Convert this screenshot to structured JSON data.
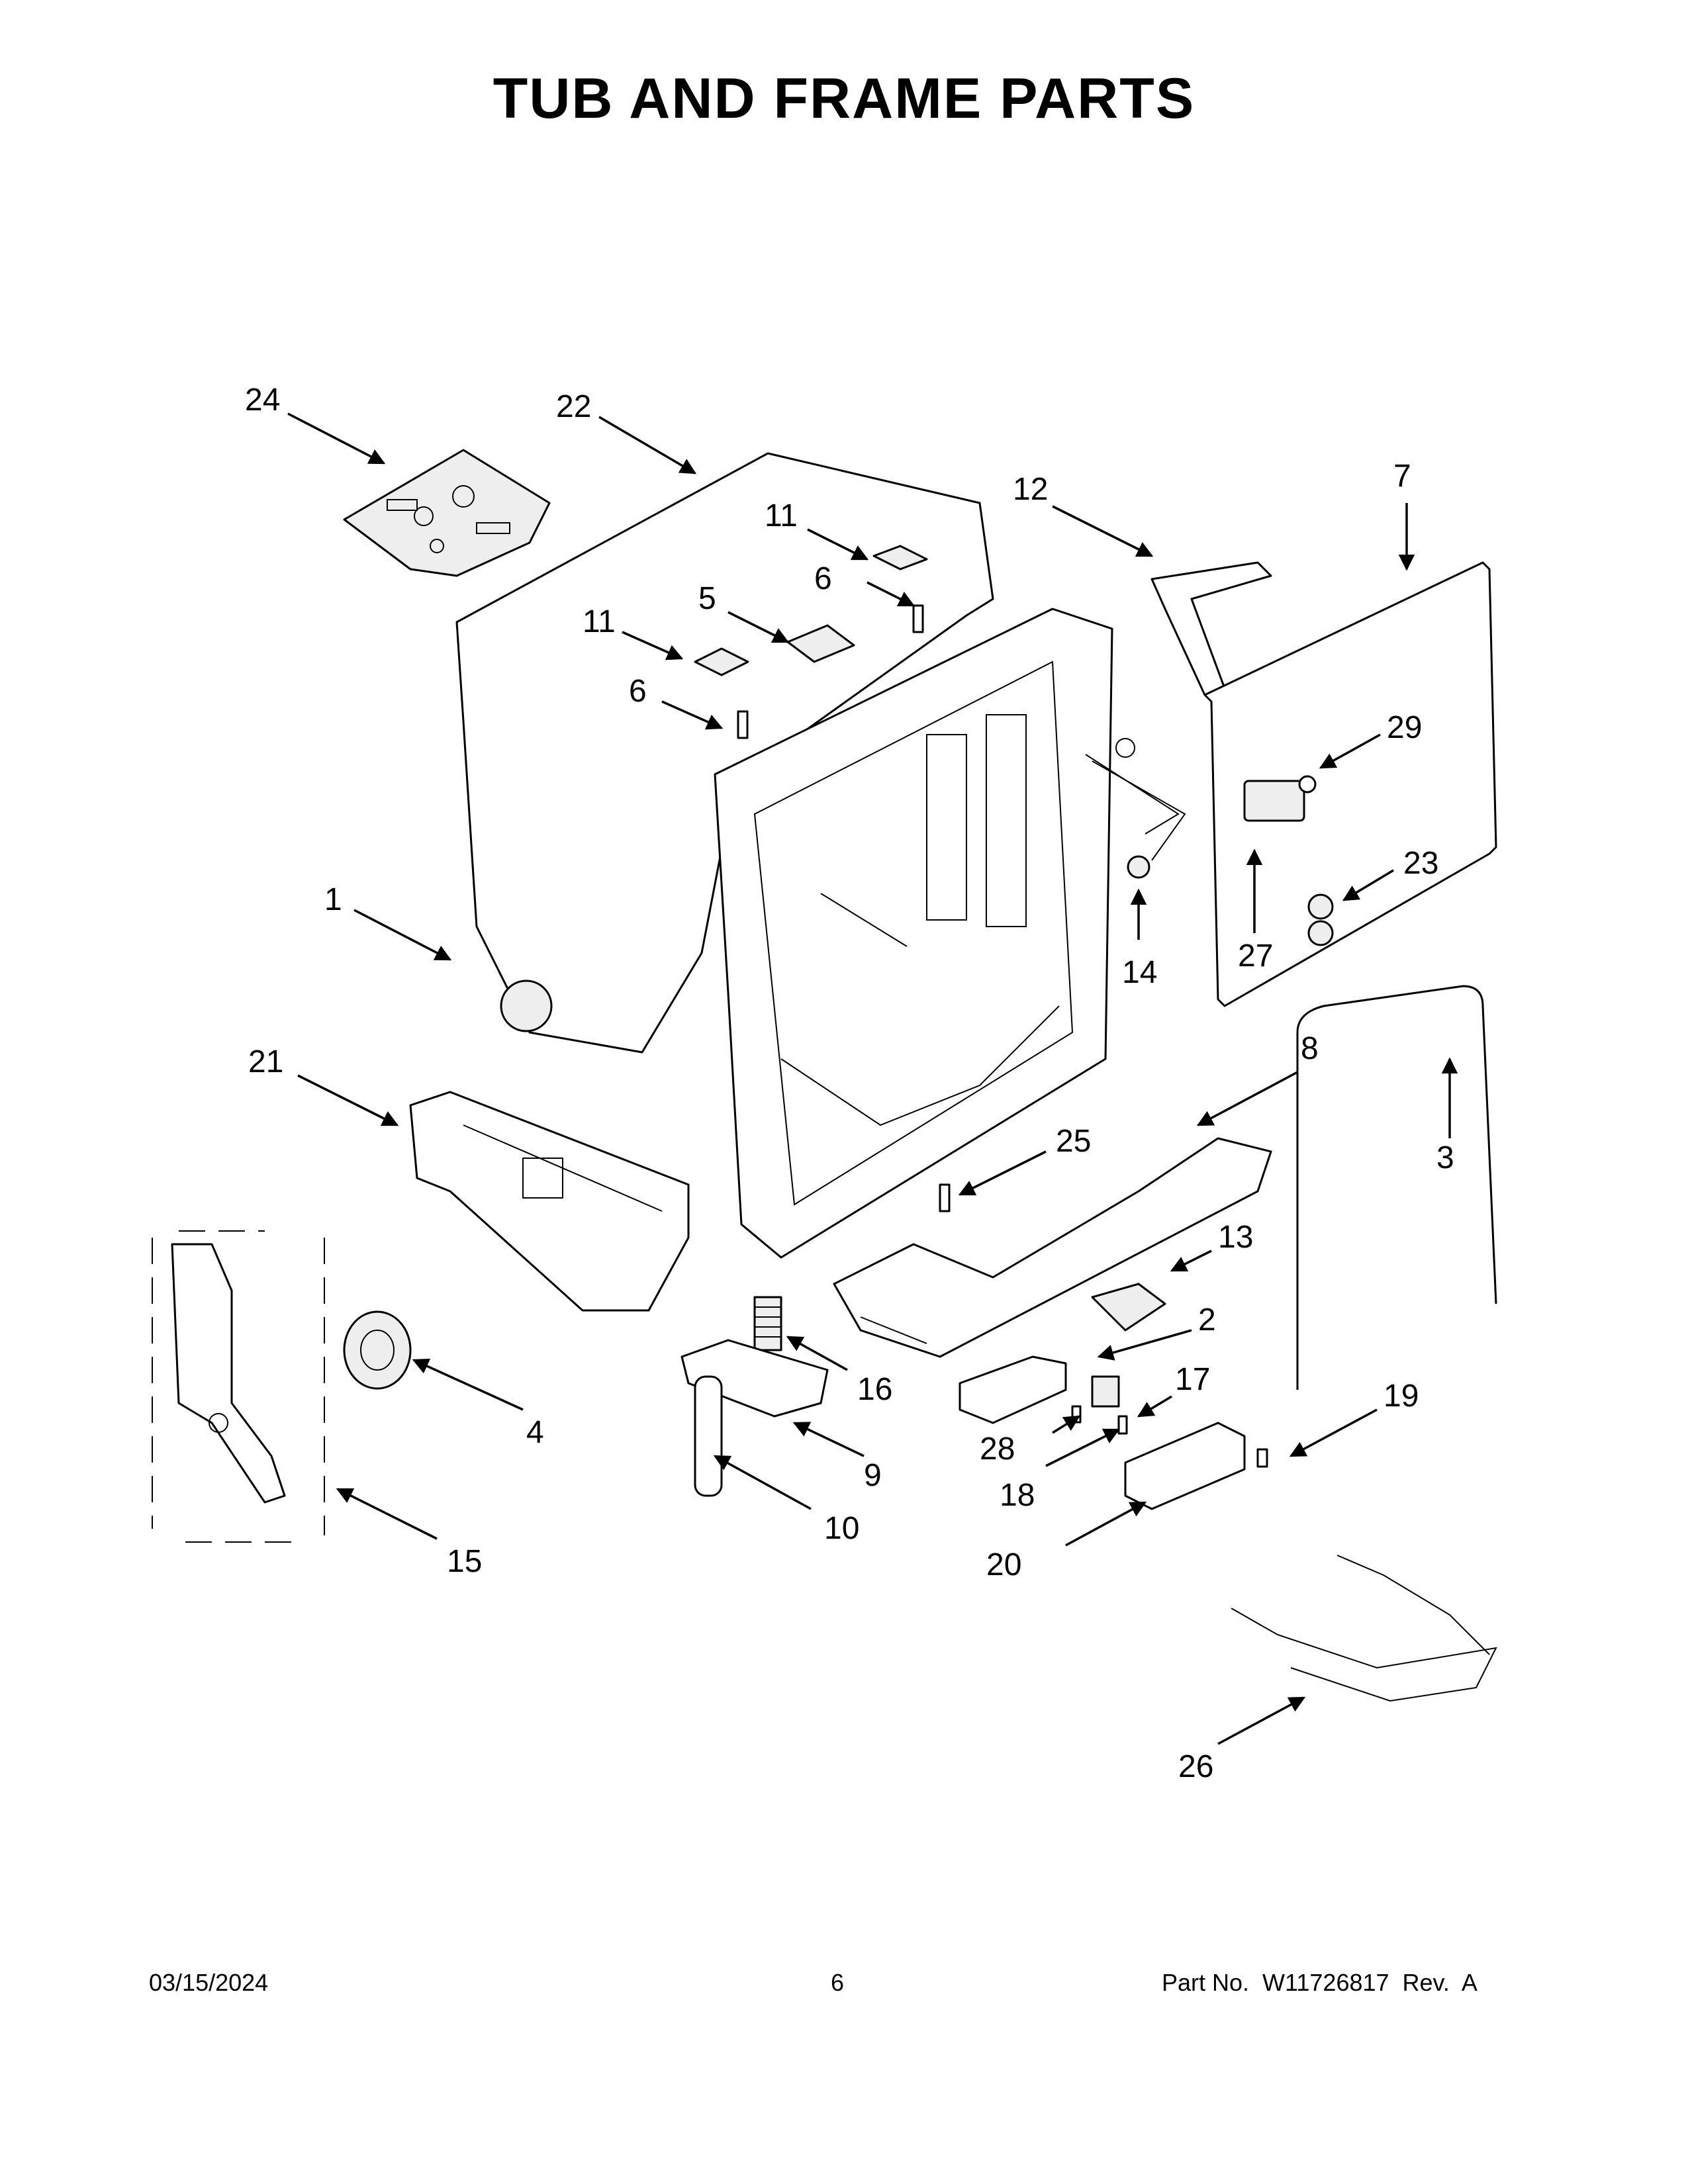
{
  "title": "TUB AND FRAME PARTS",
  "footer": {
    "date": "03/15/2024",
    "page": "6",
    "part_number": "Part No.  W11726817  Rev.  A"
  },
  "callouts": [
    "1",
    "2",
    "3",
    "4",
    "5",
    "6",
    "6",
    "7",
    "8",
    "9",
    "10",
    "11",
    "11",
    "12",
    "13",
    "14",
    "15",
    "16",
    "17",
    "18",
    "19",
    "20",
    "21",
    "22",
    "23",
    "24",
    "25",
    "26",
    "27",
    "28",
    "29"
  ]
}
